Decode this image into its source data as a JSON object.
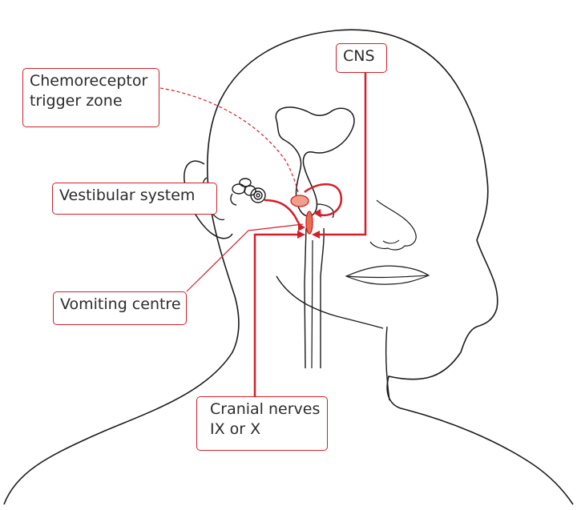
{
  "labels": {
    "cns": "CNS",
    "chemoreceptor_line1": "Chemoreceptor",
    "chemoreceptor_line2": "trigger zone",
    "vestibular": "Vestibular system",
    "vomiting": "Vomiting centre",
    "cranial_line1": "Cranial nerves",
    "cranial_line2": "IX or X"
  },
  "colors": {
    "pathway": "#d21f2c",
    "outline": "#1a1a1a",
    "ctz_fill": "#f0a08a",
    "vomiting_fill": "#e8704f"
  }
}
